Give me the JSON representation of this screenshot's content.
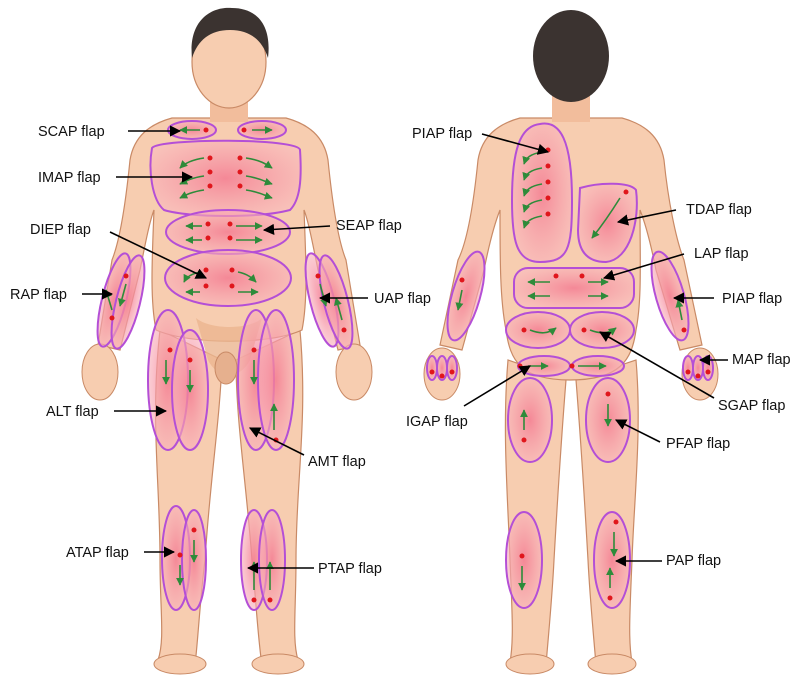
{
  "colors": {
    "skin": "#f7cdb0",
    "skin_shadow": "#e9ac8a",
    "skin_outline": "#c98a66",
    "hair": "#3b3330",
    "flap_fill": "#f59aa8",
    "flap_outline": "#b44fd6",
    "vessel_dot": "#e0161c",
    "perfusion_arrow": "#2e8b3a",
    "label_arrow": "#000000",
    "label_text": "#111111"
  },
  "front_labels": {
    "scap": "SCAP flap",
    "imap": "IMAP flap",
    "diep": "DIEP flap",
    "seap": "SEAP flap",
    "rap": "RAP flap",
    "uap": "UAP flap",
    "alt": "ALT flap",
    "amt": "AMT flap",
    "atap": "ATAP flap",
    "ptap": "PTAP flap"
  },
  "back_labels": {
    "piap_trunk": "PIAP flap",
    "tdap": "TDAP flap",
    "lap": "LAP flap",
    "piap_arm": "PIAP flap",
    "map": "MAP flap",
    "sgap": "SGAP flap",
    "igap": "IGAP flap",
    "pfap": "PFAP flap",
    "pap": "PAP flap"
  }
}
